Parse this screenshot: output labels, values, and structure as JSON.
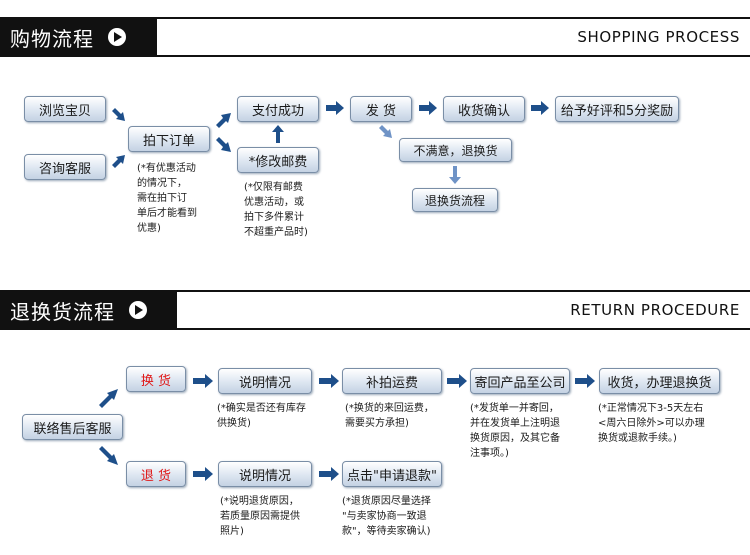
{
  "shopping": {
    "title": "购物流程",
    "en_title": "SHOPPING PROCESS",
    "steps": {
      "browse": "浏览宝贝",
      "consult": "咨询客服",
      "order": "拍下订单",
      "pay": "支付成功",
      "shipping_fee": "*修改邮费",
      "ship": "发  货",
      "receive": "收货确认",
      "rate": "给予好评和5分奖励",
      "unsatisfied": "不满意，退换货",
      "return_flow": "退换货流程"
    },
    "notes": {
      "order_note": "(*有优惠活动\n的情况下，\n需在拍下订\n单后才能看到\n优惠)",
      "fee_note": "(*仅限有邮费\n优惠活动，或\n拍下多件累计\n不超重产品时)"
    }
  },
  "returns": {
    "title": "退换货流程",
    "en_title": "RETURN PROCEDURE",
    "contact": "联络售后客服",
    "exchange": {
      "label": "换  货",
      "explain": "说明情况",
      "shipping": "补拍运费",
      "send_back": "寄回产品至公司",
      "process": "收货，办理退换货",
      "explain_note": "(*确实是否还有库存\n供换货)",
      "shipping_note": "(*换货的来回运费，\n需要买方承担)",
      "send_back_note": "(*发货单一并寄回，\n并在发货单上注明退\n换货原因，及其它备\n注事项。)",
      "process_note": "(*正常情况下3-5天左右\n<周六日除外>可以办理\n换货或退款手续。)"
    },
    "refund": {
      "label": "退  货",
      "explain": "说明情况",
      "apply": "点击\"申请退款\"",
      "explain_note": "(*说明退货原因，\n若质量原因需提供\n照片)",
      "apply_note": "(*退货原因尽量选择\n\"与卖家协商一致退\n款\"，等待卖家确认)"
    }
  },
  "colors": {
    "arrow": "#1e4f8a",
    "arrow_light": "#6f93c6",
    "header_bg": "#111111",
    "highlight_text": "#e01818"
  }
}
